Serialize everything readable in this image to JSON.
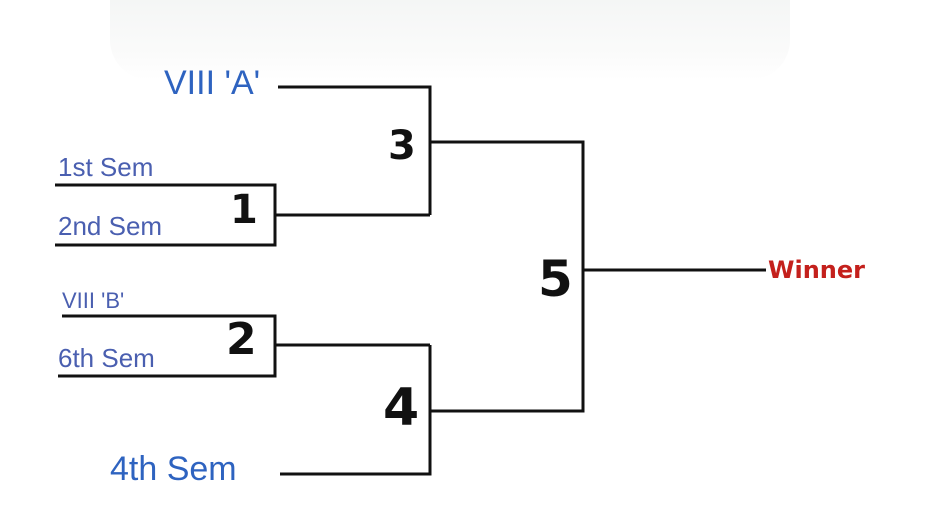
{
  "teams": {
    "viii_a": "VIII 'A'",
    "sem1": "1st Sem",
    "sem2": "2nd Sem",
    "viii_b": "VIII 'B'",
    "sem6": "6th Sem",
    "sem4": "4th Sem"
  },
  "matches": {
    "m1": "1",
    "m2": "2",
    "m3": "3",
    "m4": "4",
    "m5": "5"
  },
  "winner_label": "Winner",
  "colors": {
    "team_text": "#3d64b5",
    "winner_text": "#c4201c",
    "lines": "#111111"
  }
}
